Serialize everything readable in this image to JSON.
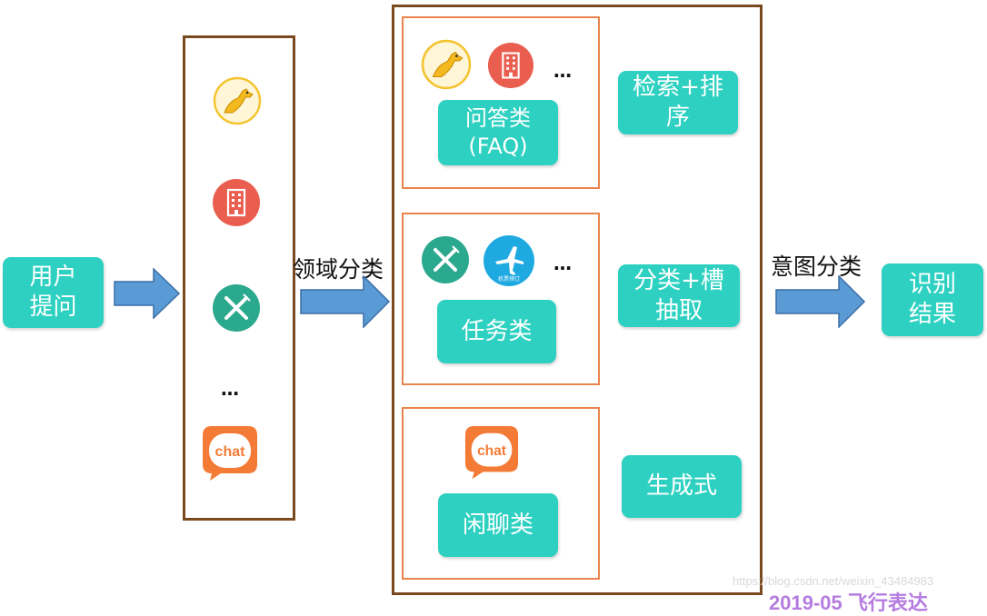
{
  "user_question": "用户\n提问",
  "domain_label": "领域分类",
  "intent_label": "意图分类",
  "result": "识别\n结果",
  "ellipsis": "…",
  "faq": {
    "label": "问答类\n(FAQ)",
    "method": "检索+排\n序"
  },
  "task": {
    "label": "任务类",
    "method": "分类+槽\n抽取"
  },
  "chitchat": {
    "label": "闲聊类",
    "method": "生成式"
  },
  "chat_icon_text": "chat",
  "plane_icon_text": "机票预订",
  "watermark": "https://blog.csdn.net/weixin_43484983",
  "watermark2": "2019-05 飞行表达",
  "colors": {
    "teal": "#2ed1c1",
    "brown": "#7a4a1e",
    "orange": "#e9834a",
    "arrow": "#5b9bd5",
    "arrow_stroke": "#3a6ea5"
  }
}
